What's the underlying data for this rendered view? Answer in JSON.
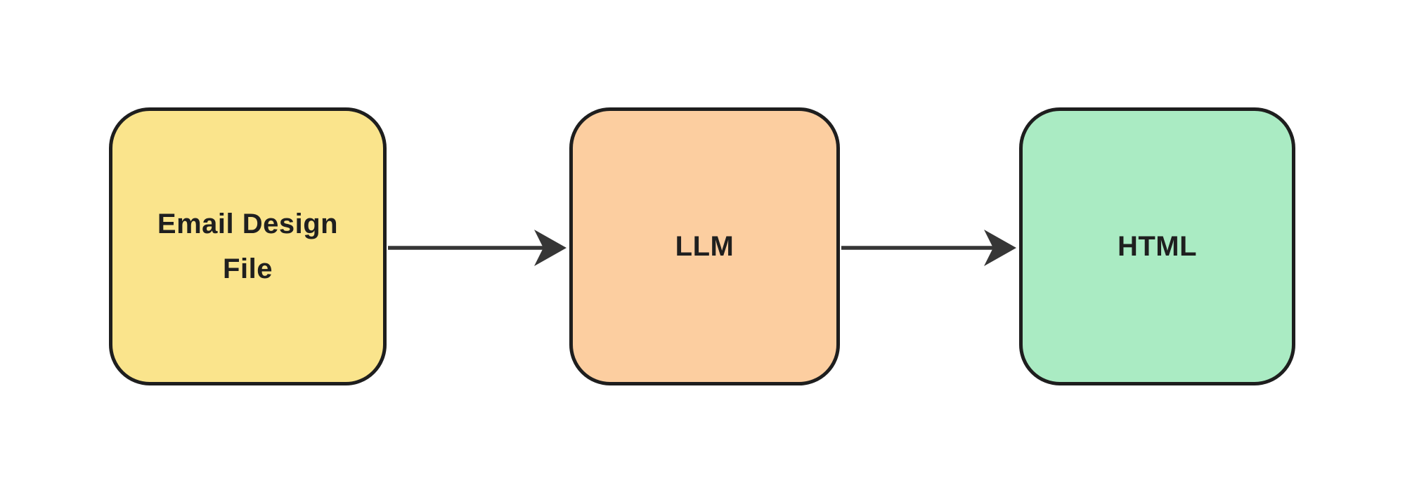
{
  "diagram": {
    "background": "#ffffff",
    "node_border_color": "#1e1e1e",
    "text_color": "#1f1f1f",
    "arrow_color": "#363636",
    "nodes": [
      {
        "id": "email-design-file",
        "label": "Email Design File",
        "fill": "#fae48c"
      },
      {
        "id": "llm",
        "label": "LLM",
        "fill": "#fccea0"
      },
      {
        "id": "html",
        "label": "HTML",
        "fill": "#aaebc3"
      }
    ],
    "arrows": [
      {
        "id": "arrow-email-to-llm",
        "from": "email-design-file",
        "to": "llm"
      },
      {
        "id": "arrow-llm-to-html",
        "from": "llm",
        "to": "html"
      }
    ]
  }
}
